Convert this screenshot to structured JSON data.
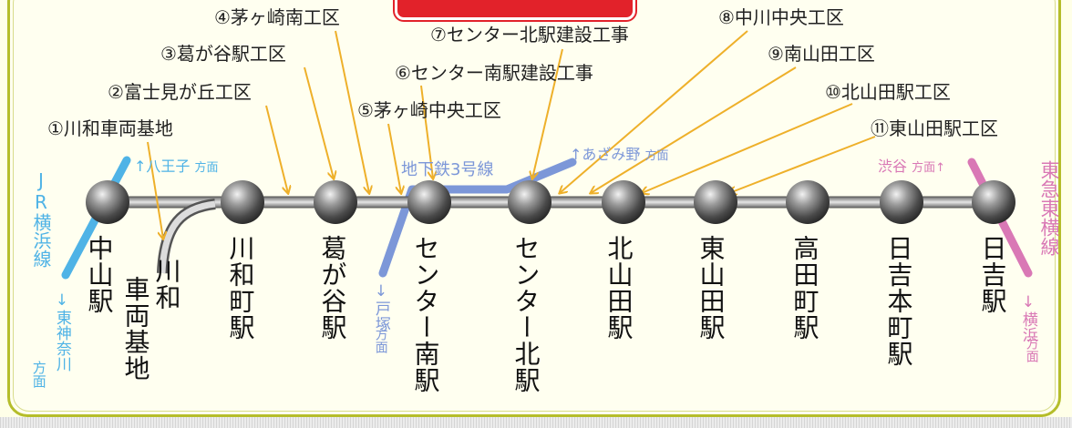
{
  "colors": {
    "arrow": "#eeb02a",
    "jr_line": "#4fb3e6",
    "subway_line": "#7c97d8",
    "tokyu_line": "#d978b5",
    "frame": "#b5bd2a",
    "title_tab": "#e2222a"
  },
  "construction_labels": [
    "①川和車両基地",
    "②富士見が丘工区",
    "③葛が谷駅工区",
    "④茅ヶ崎南工区",
    "⑤茅ヶ崎中央工区",
    "⑥センター南駅建設工事",
    "⑦センター北駅建設工事",
    "⑧中川中央工区",
    "⑨南山田工区",
    "⑩北山田駅工区",
    "⑪東山田駅工区"
  ],
  "stations": [
    "中山駅",
    "川和町駅",
    "葛が谷駅",
    "センター南駅",
    "センター北駅",
    "北山田駅",
    "東山田駅",
    "高田町駅",
    "日吉本町駅",
    "日吉駅"
  ],
  "depot": {
    "line1": "川和",
    "line2": "車両基地"
  },
  "connections": {
    "jr_name": "JR横浜線",
    "jr_hachioji": "↑八王子",
    "jr_hachioji_suffix": "方面",
    "jr_higashikanagawa": "↓東神奈川",
    "jr_higashikanagawa_suffix": "方面",
    "subway_name": "地下鉄3号線",
    "subway_totsuka": "↓戸塚",
    "subway_totsuka_suffix": "方面",
    "subway_azamino": "↑あざみ野",
    "subway_azamino_suffix": "方面",
    "tokyu_name": "東急東横線",
    "tokyu_shibuya": "渋谷",
    "tokyu_shibuya_suffix": "方面↑",
    "tokyu_yokohama": "↓横浜",
    "tokyu_yokohama_suffix": "方面"
  }
}
